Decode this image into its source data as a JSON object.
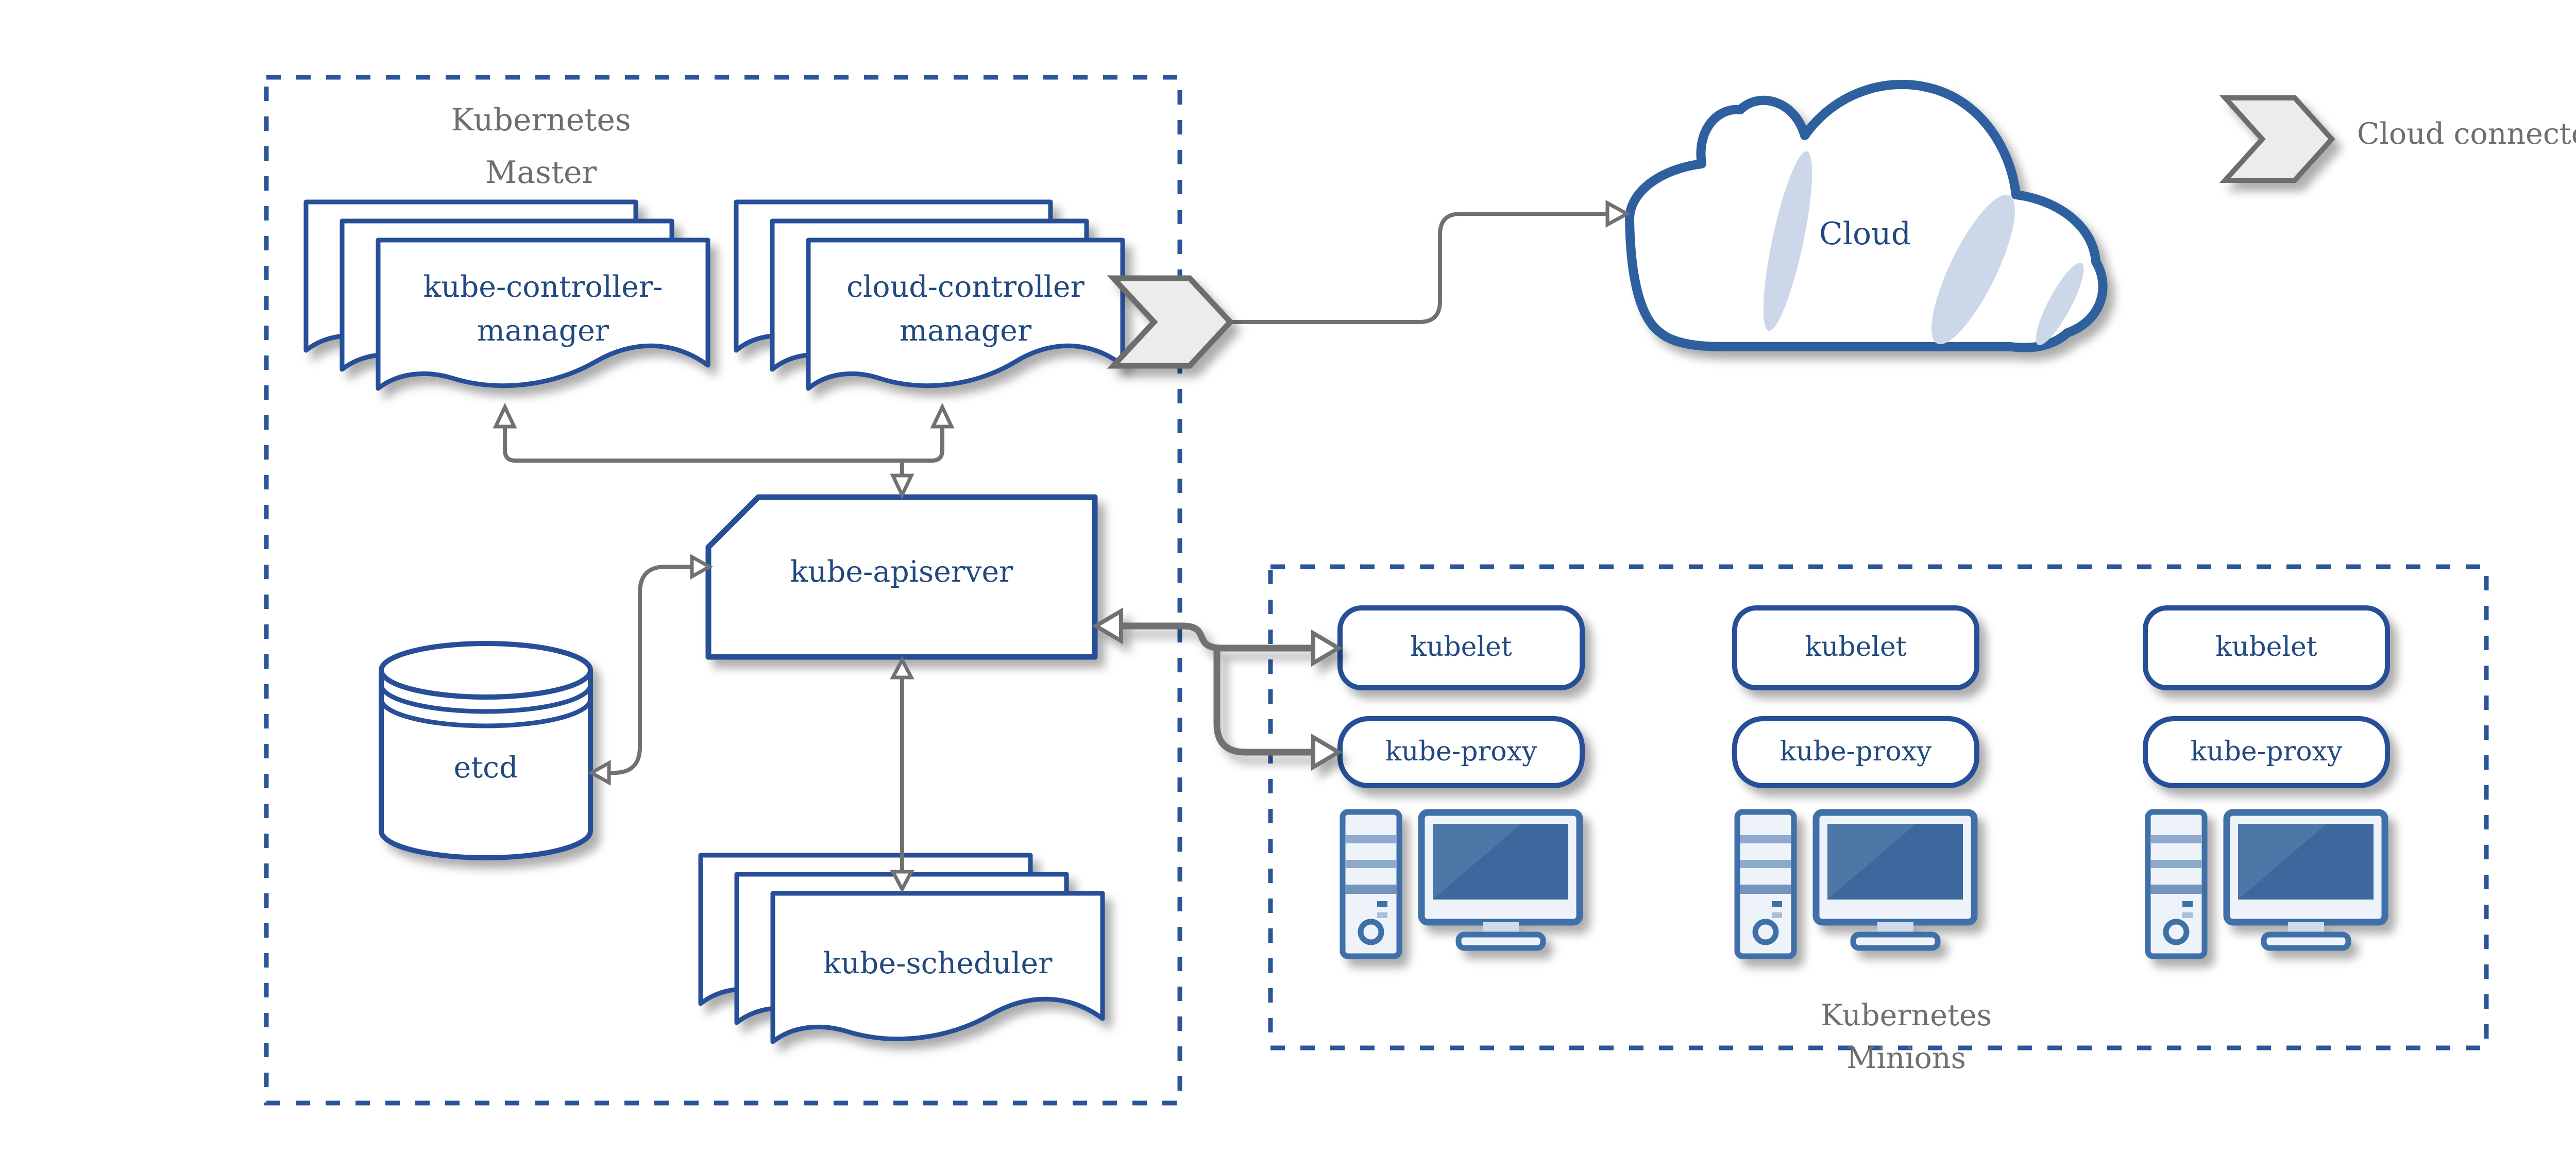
{
  "master": {
    "title": "Kubernetes\nMaster",
    "kube_controller_manager": "kube-controller-\nmanager",
    "cloud_controller_manager": "cloud-controller\nmanager",
    "kube_apiserver": "kube-apiserver",
    "etcd": "etcd",
    "kube_scheduler": "kube-scheduler"
  },
  "cloud": {
    "label": "Cloud"
  },
  "legend": {
    "label": "Cloud connector",
    "icon": "cloud-connector-chevron"
  },
  "minions": {
    "title": "Kubernetes\nMinions",
    "nodes": [
      {
        "kubelet": "kubelet",
        "kube_proxy": "kube-proxy",
        "icon": "workstation-icon"
      },
      {
        "kubelet": "kubelet",
        "kube_proxy": "kube-proxy",
        "icon": "workstation-icon"
      },
      {
        "kubelet": "kubelet",
        "kube_proxy": "kube-proxy",
        "icon": "workstation-icon"
      }
    ]
  },
  "colors": {
    "shape_stroke": "#254f98",
    "dashed_border": "#2a5699",
    "label_text": "#21497f",
    "muted_text": "#6e6e6e",
    "connector_gray": "#717171",
    "chevron_fill": "#ececec",
    "chevron_stroke": "#6d6d6d",
    "icon_stroke": "#3f6fa8",
    "screen_fill": "#3e689e",
    "icon_body": "#eef3fa",
    "cloud_highlight": "#ccd8e9"
  }
}
